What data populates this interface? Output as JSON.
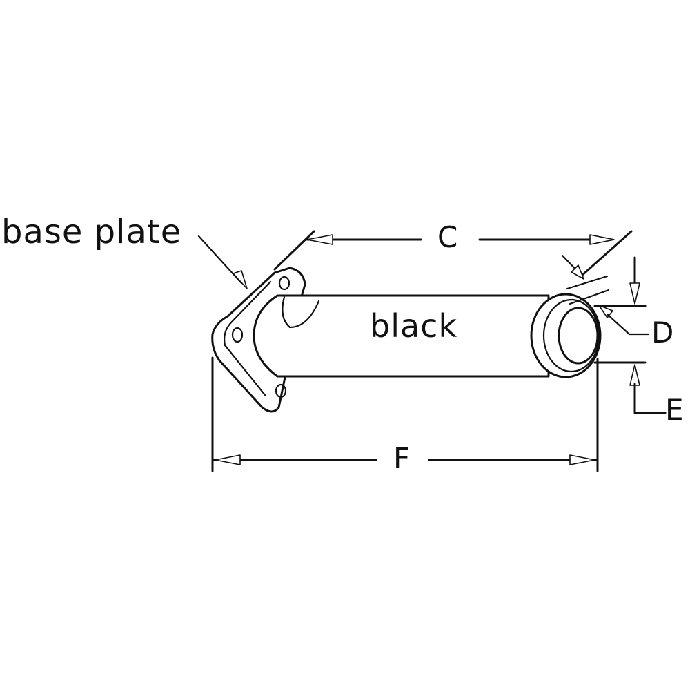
{
  "labels": {
    "base_plate": "base plate",
    "body_color": "black",
    "dim_c": "C",
    "dim_d": "D",
    "dim_e": "E",
    "dim_f": "F"
  },
  "colors": {
    "line": "#111111",
    "background": "#ffffff"
  }
}
